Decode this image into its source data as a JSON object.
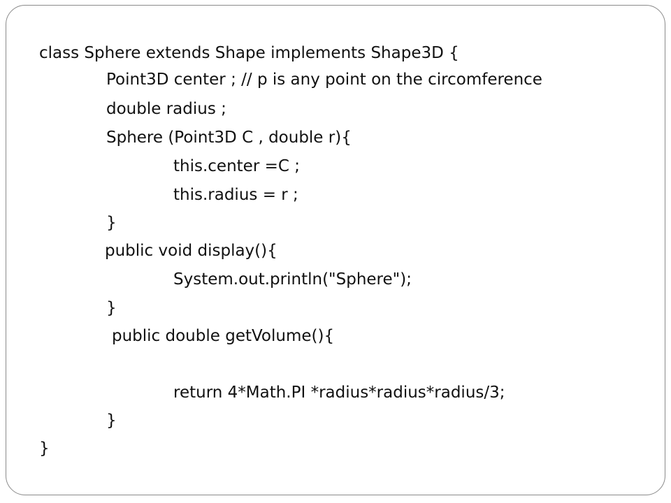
{
  "code_lines": [
    "class Sphere extends Shape implements Shape3D {",
    "Point3D center ; // p is any point on the circomference",
    "double radius ;",
    "Sphere (Point3D C , double r){",
    "this.center =C ;",
    "this.radius = r ;",
    "}",
    "public void display(){",
    "System.out.println(\"Sphere\");",
    "}",
    "public double getVolume(){",
    "return 4*Math.PI *radius*radius*radius/3;",
    "}",
    "}"
  ]
}
